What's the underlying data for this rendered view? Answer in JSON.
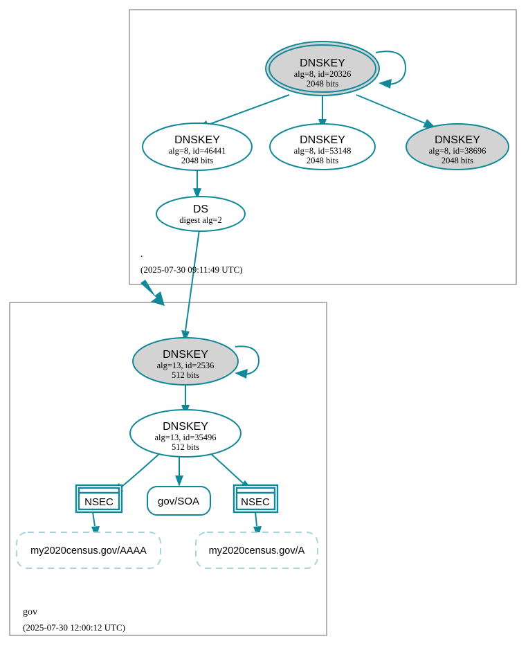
{
  "diagram": {
    "type": "dnssec-authentication-chain",
    "colors": {
      "edge": "#108898",
      "node_stroke": "#108898",
      "node_fill_secure": "#d3d3d3",
      "node_fill_plain": "#ffffff",
      "zone_border": "#808080",
      "leaf_dashed_stroke": "#a8d4e0"
    }
  },
  "zones": [
    {
      "id": "root-zone",
      "name": ".",
      "timestamp": "(2025-07-30 09:11:49 UTC)"
    },
    {
      "id": "gov-zone",
      "name": "gov",
      "timestamp": "(2025-07-30 12:00:12 UTC)"
    }
  ],
  "nodes": {
    "root_ksk": {
      "type": "DNSKEY",
      "title": "DNSKEY",
      "detail": "alg=8, id=20326",
      "bits": "2048 bits",
      "shaded": true,
      "peripheries": 2
    },
    "root_zsk_46441": {
      "type": "DNSKEY",
      "title": "DNSKEY",
      "detail": "alg=8, id=46441",
      "bits": "2048 bits",
      "shaded": false,
      "peripheries": 1
    },
    "root_zsk_53148": {
      "type": "DNSKEY",
      "title": "DNSKEY",
      "detail": "alg=8, id=53148",
      "bits": "2048 bits",
      "shaded": false,
      "peripheries": 1
    },
    "root_key_38696": {
      "type": "DNSKEY",
      "title": "DNSKEY",
      "detail": "alg=8, id=38696",
      "bits": "2048 bits",
      "shaded": true,
      "peripheries": 1
    },
    "ds": {
      "type": "DS",
      "title": "DS",
      "detail": "digest alg=2",
      "shaded": false
    },
    "gov_ksk": {
      "type": "DNSKEY",
      "title": "DNSKEY",
      "detail": "alg=13, id=2536",
      "bits": "512 bits",
      "shaded": true,
      "peripheries": 1
    },
    "gov_zsk": {
      "type": "DNSKEY",
      "title": "DNSKEY",
      "detail": "alg=13, id=35496",
      "bits": "512 bits",
      "shaded": false,
      "peripheries": 1
    },
    "nsec_left": {
      "type": "NSEC",
      "label": "NSEC"
    },
    "soa": {
      "type": "RRSET",
      "label": "gov/SOA"
    },
    "nsec_right": {
      "type": "NSEC",
      "label": "NSEC"
    },
    "leaf_aaaa": {
      "type": "NXDOMAIN",
      "label": "my2020census.gov/AAAA"
    },
    "leaf_a": {
      "type": "NXDOMAIN",
      "label": "my2020census.gov/A"
    }
  }
}
